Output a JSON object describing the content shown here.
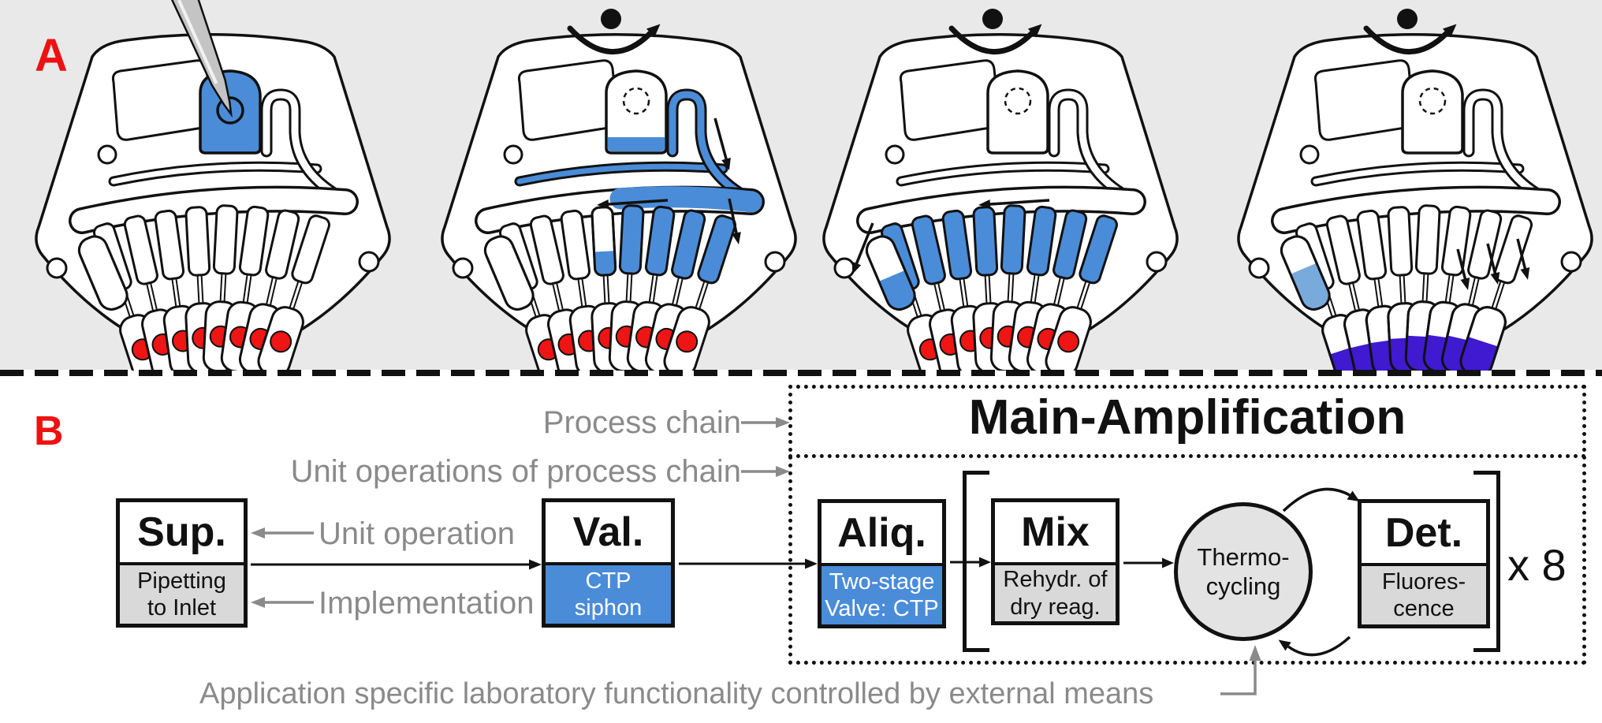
{
  "figure": {
    "panel_a": {
      "label": "A",
      "background": "#e9e9e9",
      "colors": {
        "liquid_blue": "#4a8cd8",
        "mixed_liquid_purple": "#3f1ad1",
        "diluted_liquid_lightblue": "#79aadc",
        "reagent_dot_red": "#ee1515",
        "outline": "#111111",
        "disc_fill": "#ffffff",
        "pipette_gray": "#c4c4c4"
      },
      "stages": [
        {
          "name": "sample-loading",
          "pipette": true,
          "rotation_icon": false,
          "inlet": "full",
          "siphon": "empty",
          "vent": "empty",
          "manifold": "none",
          "fingers": [
            0,
            0,
            0,
            0,
            0,
            0,
            0,
            0
          ],
          "chambers": [
            "dot",
            "dot",
            "dot",
            "dot",
            "dot",
            "dot",
            "dot",
            "dot"
          ],
          "waste": "empty",
          "arrows": []
        },
        {
          "name": "siphon-transfer-aliquoting",
          "pipette": false,
          "rotation_icon": true,
          "inlet": "residual",
          "siphon": "full",
          "vent": "full",
          "manifold": "right",
          "fingers": [
            0,
            0,
            0,
            0.35,
            1,
            1,
            1,
            1
          ],
          "chambers": [
            "dot",
            "dot",
            "dot",
            "dot",
            "dot",
            "dot",
            "dot",
            "dot"
          ],
          "waste": "empty",
          "arrows": [
            "right-down-1",
            "right-down-2",
            "manifold-left"
          ]
        },
        {
          "name": "aliquoting-complete",
          "pipette": false,
          "rotation_icon": true,
          "inlet": "empty",
          "siphon": "empty",
          "vent": "empty",
          "manifold": "none",
          "fingers": [
            1,
            1,
            1,
            1,
            1,
            1,
            1,
            1
          ],
          "chambers": [
            "dot",
            "dot",
            "dot",
            "dot",
            "dot",
            "dot",
            "dot",
            "dot"
          ],
          "waste": "half",
          "arrows": [
            "manifold-left",
            "waste-down"
          ]
        },
        {
          "name": "reaction-chambers-filled",
          "pipette": false,
          "rotation_icon": true,
          "inlet": "empty",
          "siphon": "empty",
          "vent": "empty",
          "manifold": "none",
          "fingers": [
            0,
            0,
            0,
            0,
            0,
            0,
            0,
            0
          ],
          "chambers": [
            "liquid",
            "liquid",
            "liquid",
            "liquid",
            "liquid",
            "liquid",
            "liquid",
            "liquid"
          ],
          "waste": "light",
          "arrows": [
            "fingers-down"
          ]
        }
      ]
    },
    "panel_b": {
      "label": "B",
      "title": "Main-Amplification",
      "repeat_label": "x 8",
      "annotations": {
        "process_chain": "Process chain",
        "unit_operations": "Unit operations of process chain",
        "unit_operation": "Unit operation",
        "implementation": "Implementation",
        "caption": "Application specific laboratory functionality controlled by external means"
      },
      "boxes": {
        "sup": {
          "abbr": "Sup.",
          "impl_line1": "Pipetting",
          "impl_line2": "to Inlet",
          "style": "gray"
        },
        "val": {
          "abbr": "Val.",
          "impl_line1": "CTP",
          "impl_line2": "siphon",
          "style": "blue"
        },
        "aliq": {
          "abbr": "Aliq.",
          "impl_line1": "Two-stage",
          "impl_line2": "Valve: CTP",
          "style": "blue"
        },
        "mix": {
          "abbr": "Mix",
          "impl_line1": "Rehydr. of",
          "impl_line2": "dry reag.",
          "style": "gray"
        },
        "det": {
          "abbr": "Det.",
          "impl_line1": "Fluores-",
          "impl_line2": "cence",
          "style": "gray"
        }
      },
      "thermocycler": {
        "line1": "Thermo-",
        "line2": "cycling"
      },
      "colors": {
        "accent_blue": "#4a8cd8",
        "implementation_gray": "#d9d9d9",
        "circle_gray": "#e3e3e3",
        "annotation_gray": "#8a8a8a",
        "label_red": "#ee1111"
      }
    }
  }
}
